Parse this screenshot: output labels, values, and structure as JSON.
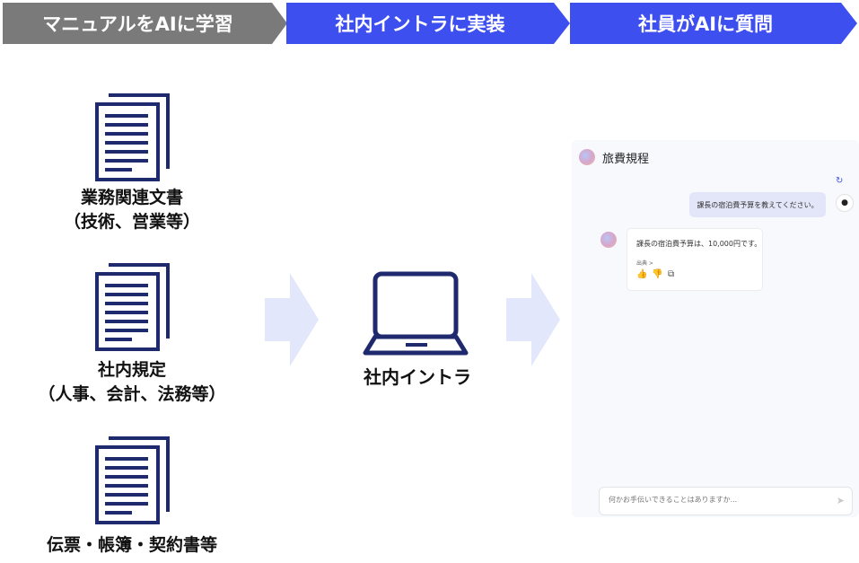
{
  "steps": [
    {
      "label": "マニュアルをAIに学習"
    },
    {
      "label": "社内イントラに実装"
    },
    {
      "label": "社員がAIに質問"
    }
  ],
  "documents": [
    {
      "line1": "業務関連文書",
      "line2": "（技術、営業等）"
    },
    {
      "line1": "社内規定",
      "line2": "（人事、会計、法務等）"
    },
    {
      "line1": "伝票・帳簿・契約書等",
      "line2": ""
    }
  ],
  "intranet": {
    "label": "社内イントラ"
  },
  "chat": {
    "title": "旅費規程",
    "user_message": "課長の宿泊費予算を教えてください。",
    "bot_message": "課長の宿泊費予算は、10,000円です。",
    "source_label": "出典 >",
    "input_placeholder": "何かお手伝いできることはありますか..."
  },
  "colors": {
    "accent": "#3e4ff0",
    "inactive_step": "#7a7a7a",
    "icon_navy": "#1f2a6e",
    "arrow": "#e3e7fb"
  }
}
